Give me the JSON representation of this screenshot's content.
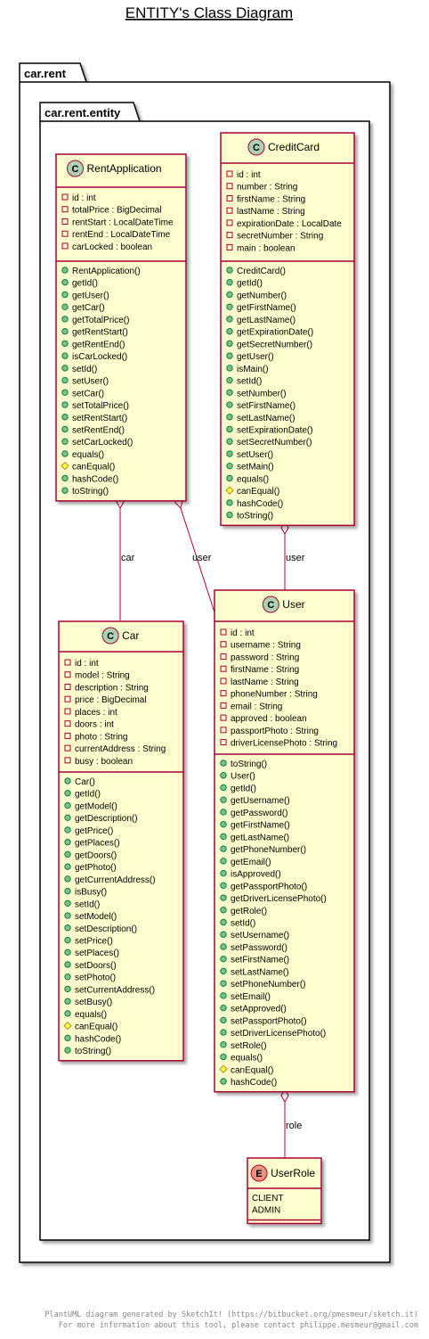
{
  "title": "ENTITY's Class Diagram",
  "packages": {
    "outer": "car.rent",
    "inner": "car.rent.entity"
  },
  "colors": {
    "class_fill": "#FEFECE",
    "border": "#A80036",
    "class_badge": "#ADD1B2",
    "enum_badge": "#EB937F"
  },
  "classes": {
    "rentapplication": {
      "name": "RentApplication",
      "badge": "C",
      "fields": [
        "id : int",
        "totalPrice : BigDecimal",
        "rentStart : LocalDateTime",
        "rentEnd : LocalDateTime",
        "carLocked : boolean"
      ],
      "methods": [
        "RentApplication()",
        "getId()",
        "getUser()",
        "getCar()",
        "getTotalPrice()",
        "getRentStart()",
        "getRentEnd()",
        "isCarLocked()",
        "setId()",
        "setUser()",
        "setCar()",
        "setTotalPrice()",
        "setRentStart()",
        "setRentEnd()",
        "setCarLocked()",
        "equals()",
        "canEqual()",
        "hashCode()",
        "toString()"
      ],
      "protected_methods": [
        "canEqual()"
      ]
    },
    "creditcard": {
      "name": "CreditCard",
      "badge": "C",
      "fields": [
        "id : int",
        "number : String",
        "firstName : String",
        "lastName : String",
        "expirationDate : LocalDate",
        "secretNumber : String",
        "main : boolean"
      ],
      "methods": [
        "CreditCard()",
        "getId()",
        "getNumber()",
        "getFirstName()",
        "getLastName()",
        "getExpirationDate()",
        "getSecretNumber()",
        "getUser()",
        "isMain()",
        "setId()",
        "setNumber()",
        "setFirstName()",
        "setLastName()",
        "setExpirationDate()",
        "setSecretNumber()",
        "setUser()",
        "setMain()",
        "equals()",
        "canEqual()",
        "hashCode()",
        "toString()"
      ],
      "protected_methods": [
        "canEqual()"
      ]
    },
    "car": {
      "name": "Car",
      "badge": "C",
      "fields": [
        "id : int",
        "model : String",
        "description : String",
        "price : BigDecimal",
        "places : int",
        "doors : int",
        "photo : String",
        "currentAddress : String",
        "busy : boolean"
      ],
      "methods": [
        "Car()",
        "getId()",
        "getModel()",
        "getDescription()",
        "getPrice()",
        "getPlaces()",
        "getDoors()",
        "getPhoto()",
        "getCurrentAddress()",
        "isBusy()",
        "setId()",
        "setModel()",
        "setDescription()",
        "setPrice()",
        "setPlaces()",
        "setDoors()",
        "setPhoto()",
        "setCurrentAddress()",
        "setBusy()",
        "equals()",
        "canEqual()",
        "hashCode()",
        "toString()"
      ],
      "protected_methods": [
        "canEqual()"
      ]
    },
    "user": {
      "name": "User",
      "badge": "C",
      "fields": [
        "id : int",
        "username : String",
        "password : String",
        "firstName : String",
        "lastName : String",
        "phoneNumber : String",
        "email : String",
        "approved : boolean",
        "passportPhoto : String",
        "driverLicensePhoto : String"
      ],
      "methods": [
        "toString()",
        "User()",
        "getId()",
        "getUsername()",
        "getPassword()",
        "getFirstName()",
        "getLastName()",
        "getPhoneNumber()",
        "getEmail()",
        "isApproved()",
        "getPassportPhoto()",
        "getDriverLicensePhoto()",
        "getRole()",
        "setId()",
        "setUsername()",
        "setPassword()",
        "setFirstName()",
        "setLastName()",
        "setPhoneNumber()",
        "setEmail()",
        "setApproved()",
        "setPassportPhoto()",
        "setDriverLicensePhoto()",
        "setRole()",
        "equals()",
        "canEqual()",
        "hashCode()"
      ],
      "protected_methods": [
        "canEqual()"
      ]
    },
    "userrole": {
      "name": "UserRole",
      "badge": "E",
      "values": [
        "CLIENT",
        "ADMIN"
      ]
    }
  },
  "relations": {
    "car": "car",
    "user_from_rent": "user",
    "user_from_card": "user",
    "role": "role"
  },
  "footer": {
    "line1": "PlantUML diagram generated by SketchIt! (https://bitbucket.org/pmesmeur/sketch.it)",
    "line2": "For more information about this tool, please contact philippe.mesmeur@gmail.com"
  }
}
